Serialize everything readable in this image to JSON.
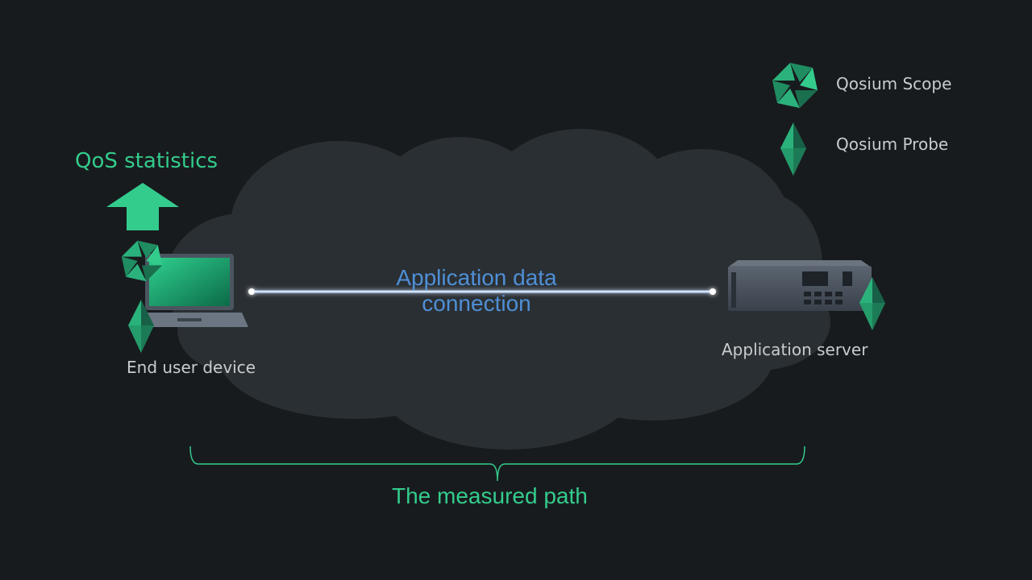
{
  "legend": {
    "items": [
      {
        "label": "Qosium Scope",
        "icon": "qosium-scope-icon"
      },
      {
        "label": "Qosium Probe",
        "icon": "qosium-probe-icon"
      }
    ]
  },
  "diagram": {
    "qos_statistics_label": "QoS statistics",
    "end_user_device_label": "End user device",
    "application_server_label": "Application server",
    "connection_label_line1": "Application data",
    "connection_label_line2": "connection",
    "measured_path_label": "The measured path"
  },
  "colors": {
    "background": "#181b1e",
    "cloud": "#2a2f33",
    "accent_green": "#33cc8c",
    "connection_blue": "#4f8fd6",
    "text_grey": "#c9ccce"
  }
}
